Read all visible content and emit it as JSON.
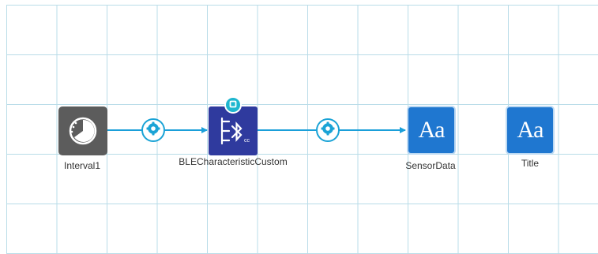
{
  "components": [
    {
      "id": "interval1",
      "caption": "Interval1",
      "icon": "clock-icon"
    },
    {
      "id": "ble",
      "caption": "BLECharacteristicCustom",
      "icon": "ble-characteristic-icon"
    },
    {
      "id": "sensordata",
      "caption": "SensorData",
      "icon": "text-label-icon",
      "glyph": "Aa"
    },
    {
      "id": "title",
      "caption": "Title",
      "icon": "text-label-icon",
      "glyph": "Aa"
    }
  ],
  "connections": [
    {
      "from": "interval1",
      "to": "ble",
      "badge_icon": "gear-icon"
    },
    {
      "from": "ble",
      "to": "sensordata",
      "badge_icon": "gear-icon"
    }
  ],
  "colors": {
    "grid_line": "#b9dce8",
    "wire": "#1a9fd9",
    "clock_node": "#5c5c5c",
    "ble_node": "#2f3a9e",
    "label_node": "#1f77d0",
    "status_badge": "#1fb6cf"
  }
}
